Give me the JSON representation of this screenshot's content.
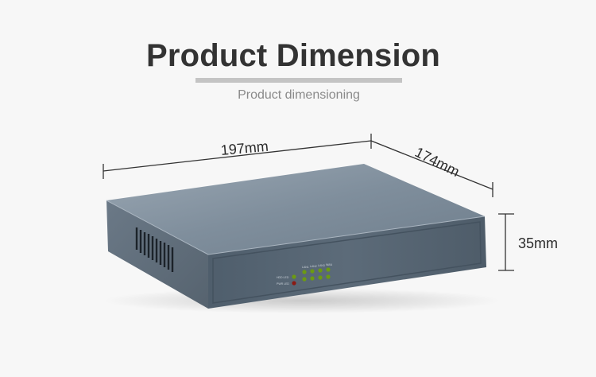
{
  "header": {
    "title": "Product Dimension",
    "subtitle": "Product dimensioning"
  },
  "dimensions": {
    "width": "197mm",
    "depth": "174mm",
    "height": "35mm"
  },
  "front_panel": {
    "left_labels": [
      "HDD LED",
      "PWR LED"
    ],
    "lan_labels": [
      "LAN1",
      "LAN2",
      "LAN3",
      "WAN"
    ]
  },
  "colors": {
    "device_top": "#7f8e9c",
    "device_front": "#556472",
    "device_side": "#63717e",
    "led_green": "#6c9a12",
    "led_red": "#8b1a14",
    "background": "#f7f7f7"
  }
}
